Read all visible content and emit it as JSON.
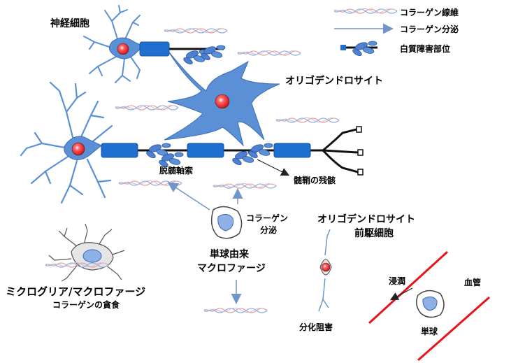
{
  "labels": {
    "neuron_top": "神経細胞",
    "oligodendrocyte": "オリゴデンドロサイト",
    "demyelinated_axon": "脱髄軸索",
    "myelin_debris": "髄鞘の残骸",
    "collagen_secretion_1": "コラーゲン",
    "collagen_secretion_2": "分泌",
    "monocyte_macrophage_1": "単球由来",
    "monocyte_macrophage_2": "マクロファージ",
    "opc_1": "オリゴデンドロサイト",
    "opc_2": "前駆細胞",
    "microglia_1": "ミクログリア/マクロファージ",
    "microglia_2": "コラーゲンの貪食",
    "differentiation_block": "分化阻害",
    "infiltration": "浸潤",
    "blood_vessel": "血管",
    "monocyte": "単球"
  },
  "legend": {
    "collagen_fiber": "コラーゲン線維",
    "collagen_secretion": "コラーゲン分泌",
    "white_matter_lesion": "白質障害部位"
  },
  "colors": {
    "cell_blue": "#5b8fd6",
    "myelin_blue": "#1f6fd1",
    "nucleus_red": "#e8141c",
    "vessel_red": "#e8141c",
    "arrow_blue": "#6f95c9",
    "collagen_a": "#e8a0a0",
    "collagen_b": "#8fb3de"
  },
  "icons": [
    "collagen-fiber-icon",
    "secretion-arrow-icon",
    "lesion-icon"
  ]
}
